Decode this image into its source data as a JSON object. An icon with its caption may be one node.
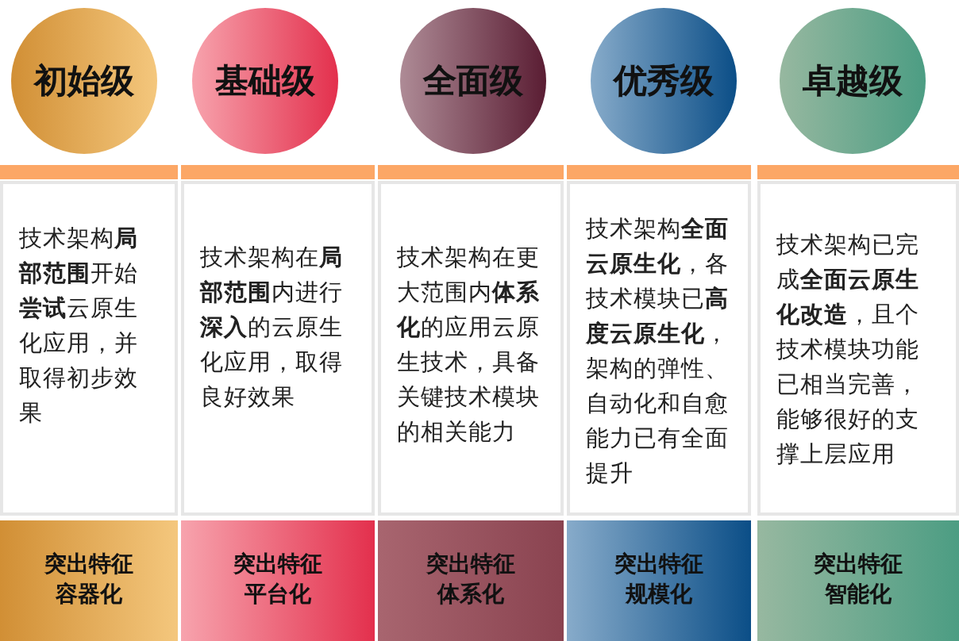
{
  "diagram": {
    "nodes": [
      {
        "text": [
          "初始级"
        ]
      },
      {
        "text": [
          "基础级"
        ]
      },
      {
        "text": [
          "全面级"
        ]
      },
      {
        "text": [
          "优秀级"
        ]
      },
      {
        "text": [
          "卓越级"
        ]
      },
      {
        "text": [
          "技术架构**局部范围**开始**尝试**云原生化应用，并取得初步效果"
        ]
      },
      {
        "text": [
          "技术架构在**局部范围**内进行**深入**的云原生化应用，取得良好效果"
        ]
      },
      {
        "text": [
          "技术架构在更大范围内**体系化**的应用云原生技术，具备关键技术模块的相关能力"
        ]
      },
      {
        "text": [
          "技术架构**全面云原生化**，各技术模块已**高度云原生化**，架构的弹性、自动化和自愈能力已有全面提升"
        ]
      },
      {
        "text": [
          "技术架构已完成**全面云原生化改造**，且个技术模块功能已相当完善，能够很好的支撑上层应用"
        ]
      },
      {
        "text": [
          "突出特征",
          "容器化"
        ]
      },
      {
        "text": [
          "突出特征",
          "平台化"
        ]
      },
      {
        "text": [
          "突出特征",
          "体系化"
        ]
      },
      {
        "text": [
          "突出特征",
          "规模化"
        ]
      },
      {
        "text": [
          "突出特征",
          "智能化"
        ]
      }
    ]
  }
}
